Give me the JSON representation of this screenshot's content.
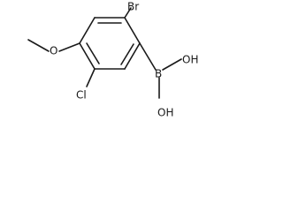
{
  "structure": {
    "labels": {
      "bromo": "Br",
      "chloro": "Cl",
      "boron": "B",
      "hydroxyl_upper": "OH",
      "hydroxyl_lower": "OH",
      "methoxy_oxygen": "O"
    },
    "colors": {
      "bond": "#1a1a1a",
      "label": "#1a1a1a",
      "background": "#ffffff"
    }
  }
}
